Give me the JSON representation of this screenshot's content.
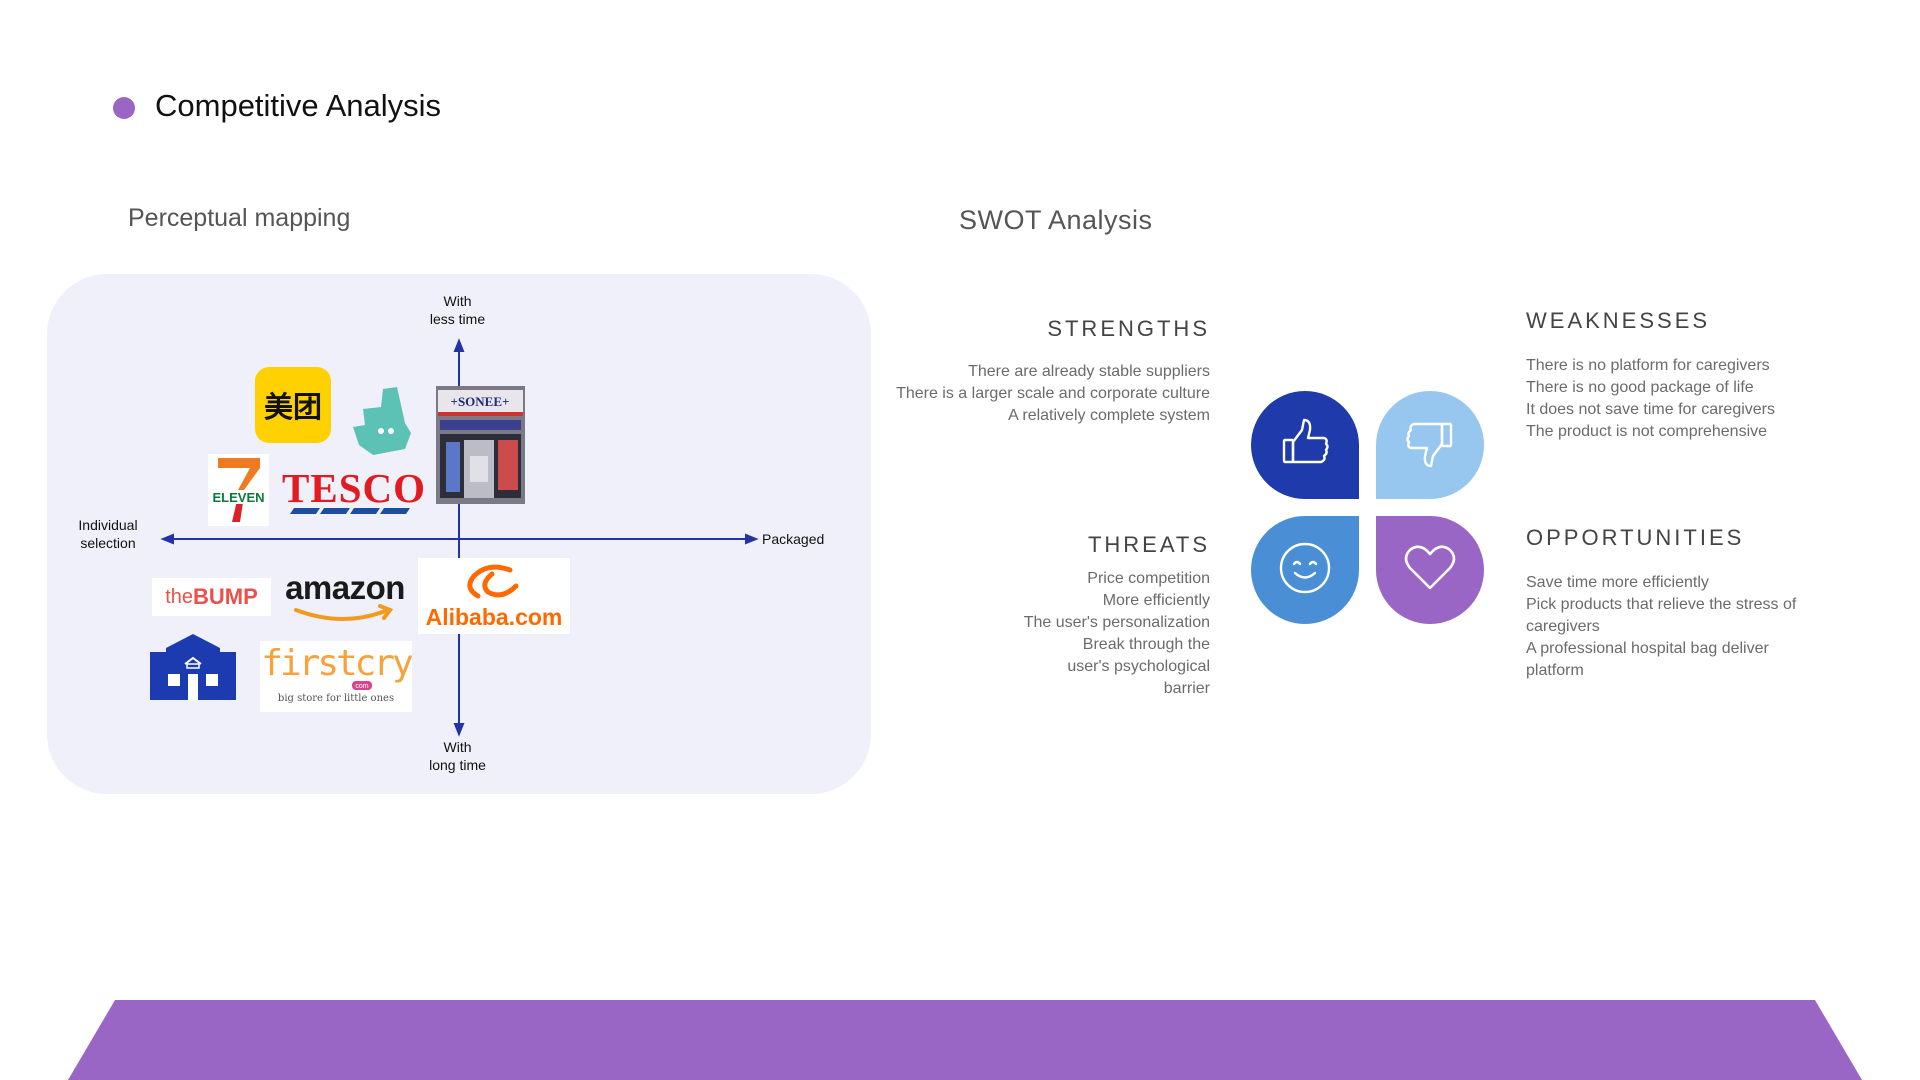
{
  "header": {
    "title": "Competitive Analysis",
    "accent_color": "#9966c6"
  },
  "perceptual_map": {
    "heading": "Perceptual mapping",
    "axis_top": [
      "With",
      "less time"
    ],
    "axis_bottom": [
      "With",
      "long time"
    ],
    "axis_left": [
      "Individual",
      "selection"
    ],
    "axis_right": "Packaged",
    "logos": {
      "meituan": "美团",
      "deliveroo": "deliveroo-logo",
      "sonee": "+SONEE+",
      "seven_eleven": "ELEVEN",
      "tesco": "TESCO",
      "the_bump_the": "the",
      "the_bump_bump": "BUMP",
      "amazon": "amazon",
      "alibaba": "Alibaba.com",
      "house": "house-logo",
      "firstcry": "firstcry",
      "firstcry_com": "com",
      "firstcry_tagline": "big store for little ones"
    }
  },
  "swot": {
    "heading": "SWOT Analysis",
    "strengths": {
      "title": "STRENGTHS",
      "items": [
        "There are already stable suppliers",
        "There is a larger scale and corporate culture",
        "A relatively complete system"
      ],
      "icon": "thumbs-up-icon",
      "color": "#1e3aab"
    },
    "weaknesses": {
      "title": "WEAKNESSES",
      "items": [
        "There is no platform for caregivers",
        "There is no good package of life",
        "It does not save time for caregivers",
        "The product is not comprehensive"
      ],
      "icon": "thumbs-down-icon",
      "color": "#97c7ef"
    },
    "threats": {
      "title": "THREATS",
      "items": [
        "Price competition",
        "More efficiently",
        "The user's personalization",
        "Break through the user's psychological barrier"
      ],
      "icon": "smiley-icon",
      "color": "#4a8fd6"
    },
    "opportunities": {
      "title": "OPPORTUNITIES",
      "items": [
        "Save time more efficiently",
        "Pick products that relieve the stress of caregivers",
        "A professional hospital bag deliver platform"
      ],
      "icon": "heart-icon",
      "color": "#9966c6"
    }
  }
}
